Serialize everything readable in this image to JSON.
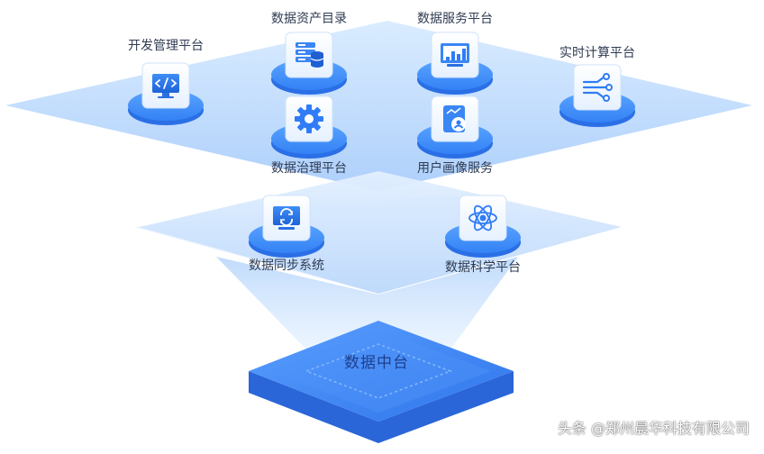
{
  "nodes": [
    {
      "id": "kaifa",
      "label": "开发管理平台",
      "icon": "code-monitor-icon"
    },
    {
      "id": "ziyuan",
      "label": "数据资产目录",
      "icon": "database-server-icon"
    },
    {
      "id": "fuwu",
      "label": "数据服务平台",
      "icon": "bar-chart-monitor-icon"
    },
    {
      "id": "shishi",
      "label": "实时计算平台",
      "icon": "data-flow-icon"
    },
    {
      "id": "zhili",
      "label": "数据治理平台",
      "icon": "gear-icon"
    },
    {
      "id": "huaxiang",
      "label": "用户画像服务",
      "icon": "user-profile-icon"
    },
    {
      "id": "tongbu",
      "label": "数据同步系统",
      "icon": "sync-monitor-icon"
    },
    {
      "id": "kexue",
      "label": "数据科学平台",
      "icon": "atom-icon"
    }
  ],
  "core": {
    "label": "数据中台"
  },
  "watermark": "头条 @郑州晨华科技有限公司",
  "colors": {
    "accent": "#2f7cf6",
    "layer": "#bfdcff",
    "base": "#3f86f2",
    "label": "#2f3b52"
  }
}
